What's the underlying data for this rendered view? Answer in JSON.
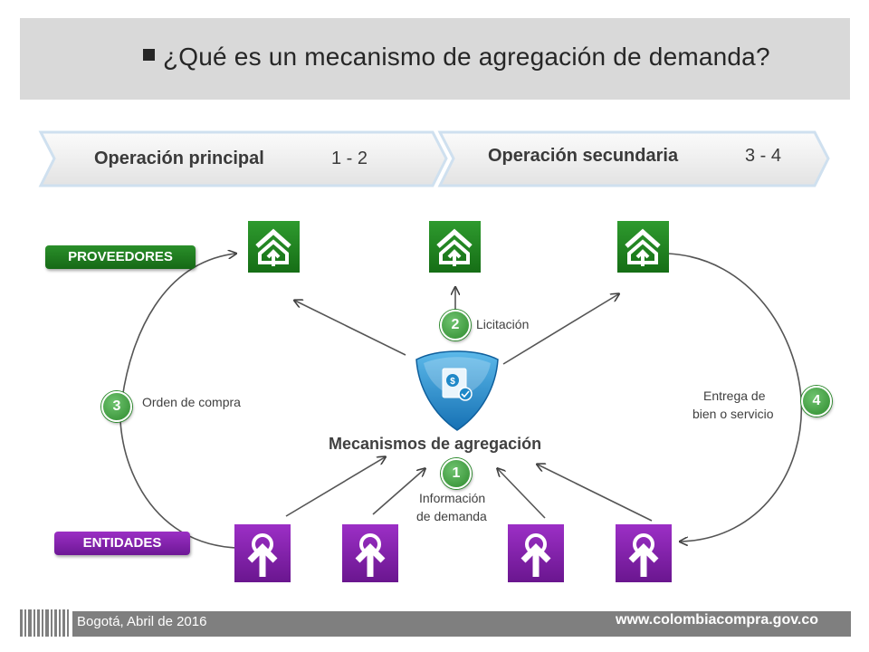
{
  "title": "¿Qué es un mecanismo de agregación de demanda?",
  "stages": {
    "primary": {
      "label": "Operación principal",
      "steps": "1 - 2"
    },
    "secondary": {
      "label": "Operación secundaria",
      "steps": "3 - 4"
    }
  },
  "roles": {
    "providers": "PROVEEDORES",
    "entities": "ENTIDADES"
  },
  "center_label": "Mecanismos de agregación",
  "steps": [
    {
      "number": "1",
      "label_line1": "Información",
      "label_line2": "de demanda"
    },
    {
      "number": "2",
      "label": "Licitación"
    },
    {
      "number": "3",
      "label": "Orden de compra"
    },
    {
      "number": "4",
      "label_line1": "Entrega de",
      "label_line2": "bien o servicio"
    }
  ],
  "footer": {
    "date": "Bogotá, Abril de 2016",
    "url": "www.colombiacompra.gov.co"
  },
  "colors": {
    "providers": "#1f7a1f",
    "entities": "#7b1fa2",
    "center": "#1e88c8",
    "step": "#3c9c3c"
  }
}
